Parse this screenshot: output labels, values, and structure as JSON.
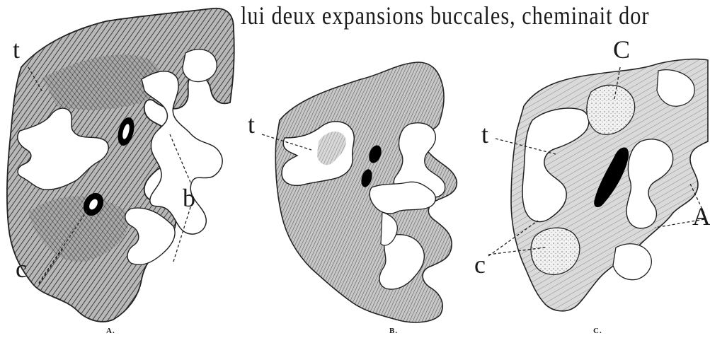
{
  "text_line": "lui deux expansions buccales, cheminait dor",
  "figures": [
    {
      "caption": "A.",
      "labels": {
        "t": "t",
        "c": "c",
        "b": "b"
      }
    },
    {
      "caption": "B.",
      "labels": {
        "t": "t"
      }
    },
    {
      "caption": "C.",
      "labels": {
        "C_top": "C",
        "t": "t",
        "c": "c",
        "A": "A"
      }
    }
  ],
  "colors": {
    "ink": "#1a1a1a",
    "tissue_dark": "#7a7a7a",
    "tissue_mid": "#a9a9a9",
    "tissue_light": "#d0d0d0",
    "paper": "#ffffff"
  }
}
